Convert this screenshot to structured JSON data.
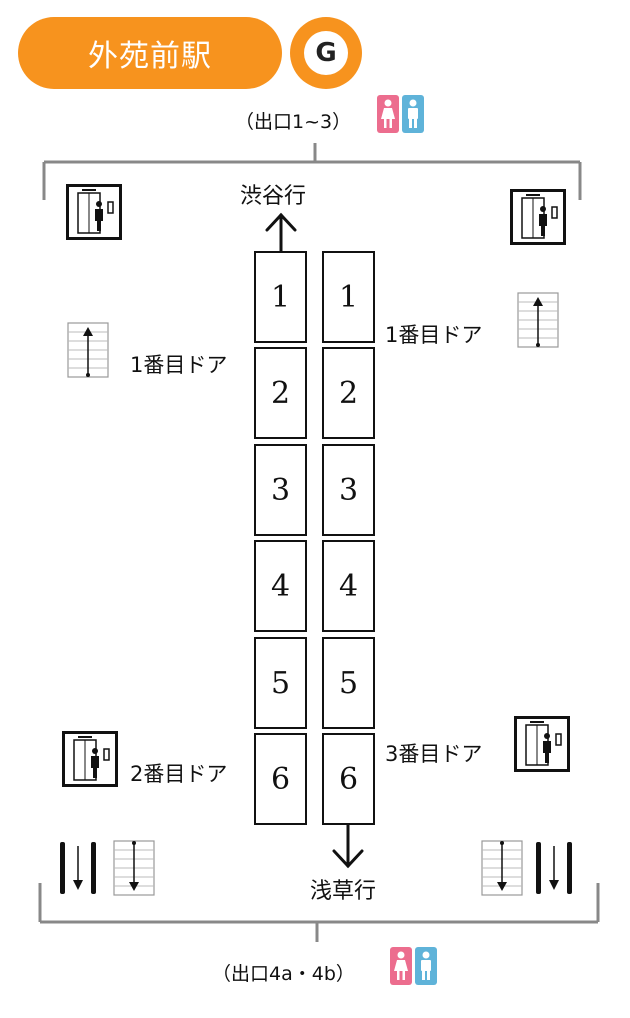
{
  "station": {
    "name": "外苑前駅",
    "line_badge": "G",
    "brand_color": "#f7931e"
  },
  "exits": {
    "top": "（出口1~3）",
    "bottom": "（出口4a・4b）"
  },
  "directions": {
    "up": "渋谷行",
    "down": "浅草行"
  },
  "doors": {
    "top_left": "1番目ドア",
    "top_right": "1番目ドア",
    "bottom_left": "2番目ドア",
    "bottom_right": "3番目ドア"
  },
  "cars": {
    "left": [
      "1",
      "2",
      "3",
      "4",
      "5",
      "6"
    ],
    "right": [
      "1",
      "2",
      "3",
      "4",
      "5",
      "6"
    ]
  },
  "icons": {
    "restroom": "restroom-icon",
    "elevator": "elevator-icon",
    "stairs": "stairs-icon",
    "escalator": "escalator-icon",
    "restroom_female_color": "#ec6d8e",
    "restroom_male_color": "#5fb3d9"
  }
}
